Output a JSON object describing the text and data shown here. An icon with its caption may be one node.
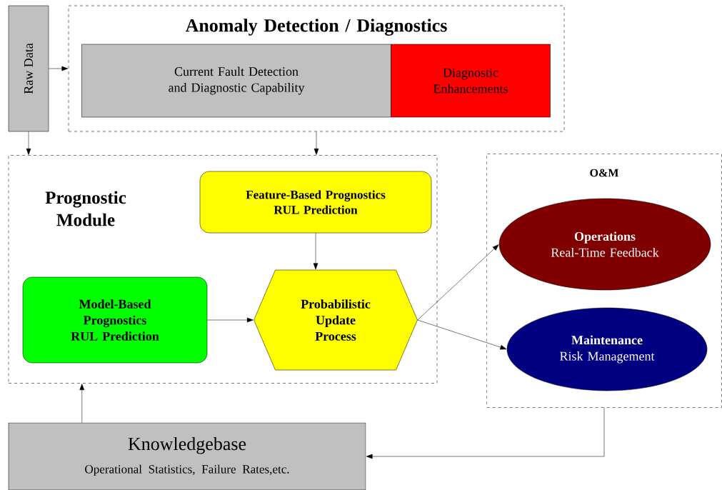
{
  "diagram": {
    "nodes": [
      {
        "text": [
          "Raw Data"
        ]
      },
      {
        "text": [
          "Anomaly Detection / Diagnostics"
        ]
      },
      {
        "text": [
          "Current Fault Detection and Diagnostic Capability"
        ],
        "in": 1
      },
      {
        "text": [
          "Diagnostic Enhancements"
        ],
        "in": 1
      },
      {
        "text": [
          "Prognostic Module"
        ]
      },
      {
        "text": [
          "Feature-Based Prognostics RUL Prediction"
        ],
        "in": 4
      },
      {
        "text": [
          "Model-Based Prognostics RUL Prediction"
        ],
        "in": 4
      },
      {
        "text": [
          "Probabilistic Update Process"
        ],
        "in": 4
      },
      {
        "text": [
          "O&M"
        ]
      },
      {
        "text": [
          "Operations",
          "Real-Time Feedback"
        ],
        "in": 8
      },
      {
        "text": [
          "Maintenance",
          "Risk Management"
        ],
        "in": 8
      },
      {
        "text": [
          "Knowledgebase",
          "Operational Statistics, Failure Rates,etc."
        ]
      }
    ],
    "edges": [
      {
        "from": 0,
        "to": 1,
        "arrow": "to"
      },
      {
        "from": 0,
        "to": 4,
        "arrow": "to"
      },
      {
        "from": 1,
        "to": 4,
        "arrow": "to"
      },
      {
        "from": 5,
        "to": 7,
        "arrow": "to"
      },
      {
        "from": 6,
        "to": 7,
        "arrow": "to"
      },
      {
        "from": 7,
        "to": 9,
        "arrow": "to"
      },
      {
        "from": 7,
        "to": 10,
        "arrow": "to"
      },
      {
        "from": 11,
        "to": 4,
        "arrow": "to"
      },
      {
        "from": 8,
        "to": 11,
        "arrow": "to"
      }
    ]
  }
}
